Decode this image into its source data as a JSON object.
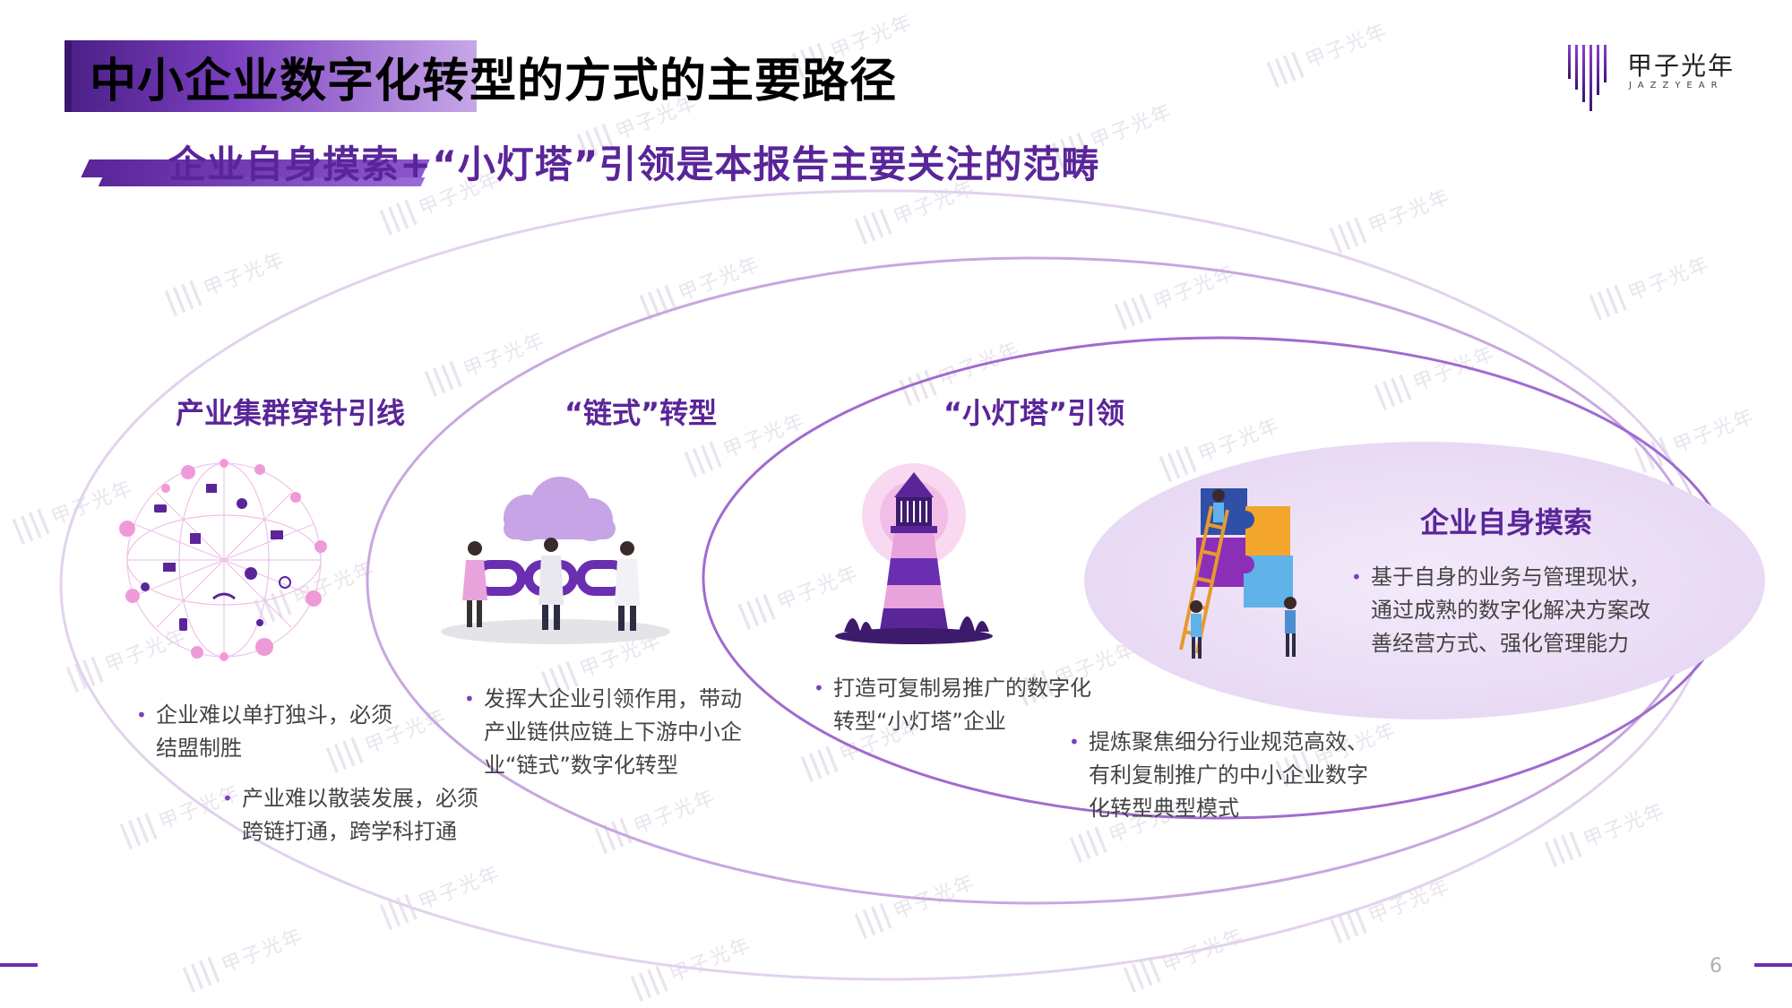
{
  "header": {
    "title": "中小企业数字化转型的方式的主要路径",
    "subtitle": "企业自身摸索+“小灯塔”引领是本报告主要关注的范畴"
  },
  "logo": {
    "name": "甲子光年",
    "tagline": "JAZZYEAR"
  },
  "watermark": {
    "text": "甲子光年"
  },
  "sections": {
    "industry": {
      "title": "产业集群穿针引线",
      "bullets": [
        {
          "lines": [
            "企业难以单打独斗，必须",
            "结盟制胜"
          ]
        },
        {
          "lines": [
            "产业难以散装发展，必须",
            "跨链打通，跨学科打通"
          ]
        }
      ]
    },
    "chain": {
      "title": "“链式”转型",
      "bullets": [
        {
          "lines": [
            "发挥大企业引领作用，带动",
            "产业链供应链上下游中小企",
            "业“链式”数字化转型"
          ]
        }
      ]
    },
    "lighthouse": {
      "title": "“小灯塔”引领",
      "bullets": [
        {
          "lines": [
            "打造可复制易推广的数字化",
            "转型“小灯塔”企业"
          ]
        },
        {
          "lines": [
            "提炼聚焦细分行业规范高效、",
            "有利复制推广的中小企业数字",
            "化转型典型模式"
          ]
        }
      ]
    },
    "self": {
      "title": "企业自身摸索",
      "bullets": [
        {
          "lines": [
            "基于自身的业务与管理现状，",
            "通过成熟的数字化解决方案改",
            "善经营方式、强化管理能力"
          ]
        }
      ]
    }
  },
  "page_number": "6",
  "colors": {
    "primary": "#5a2599",
    "accent": "#7b3fbf",
    "light": "#e8dcf3",
    "pink": "#e9a3dc"
  },
  "icons": [
    "network-globe-icon",
    "chain-people-icon",
    "lighthouse-icon",
    "puzzle-ladder-icon"
  ]
}
